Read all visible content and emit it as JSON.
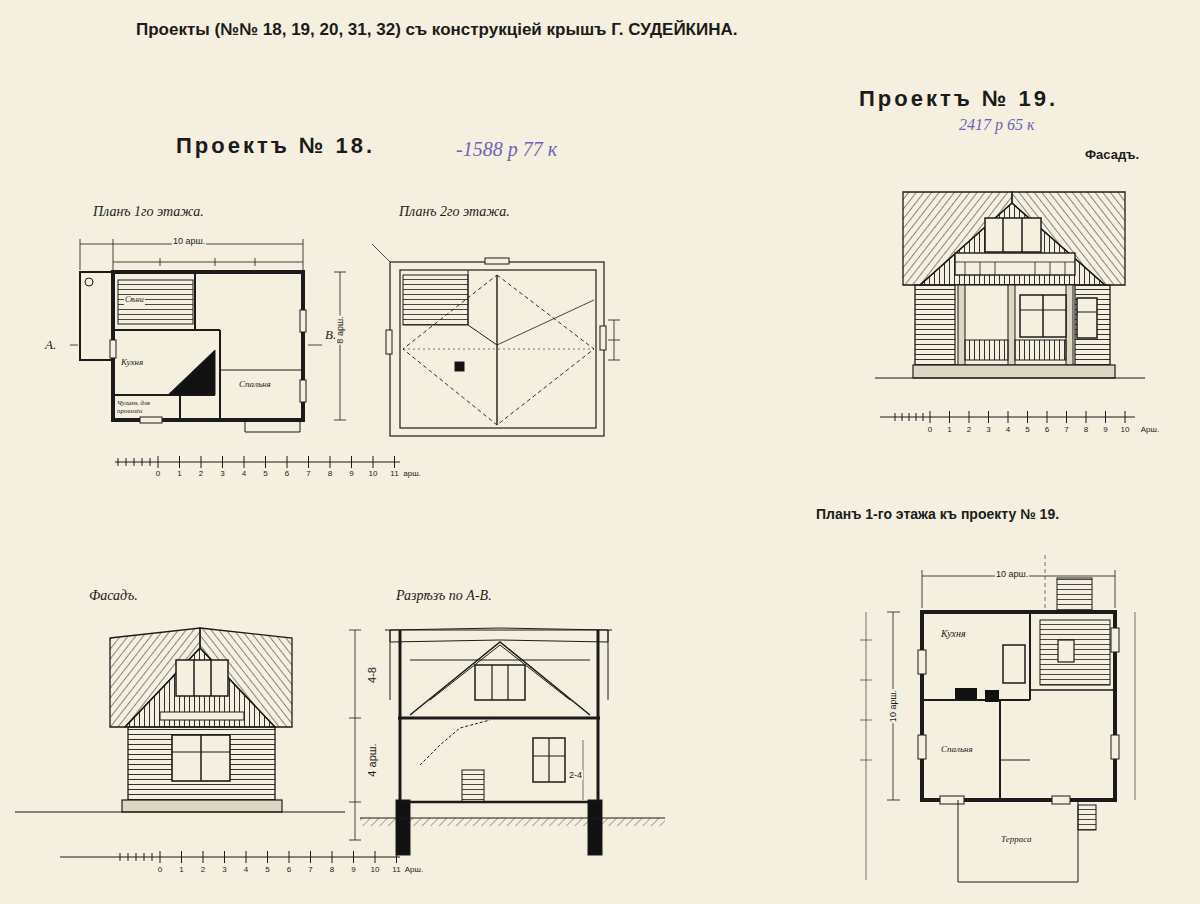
{
  "diagram": {
    "title": "Проекты (№№ 18, 19, 20, 31, 32) съ конструкціей крышъ Г. СУДЕЙКИНА.",
    "nodes": [
      {
        "text": [
          "Сѣни"
        ]
      },
      {
        "text": [
          "Кухня"
        ]
      },
      {
        "text": [
          "Спальня"
        ]
      },
      {
        "text": [
          "Чуланъ для провизіи"
        ]
      },
      {
        "text": [
          "Кухня"
        ]
      },
      {
        "text": [
          "Спальня"
        ]
      },
      {
        "text": [
          "Терраса"
        ]
      }
    ],
    "labels": [
      "Проектъ № 18.",
      "-1588 р 77 к",
      "Проектъ № 19.",
      "2417 р 65 к",
      "Фасадъ.",
      "Планъ 1го этажа.",
      "Планъ 2го этажа.",
      "10 арш.",
      "8 арш.",
      "А.",
      "В.",
      "Фасадъ.",
      "Разрѣзъ по А-В.",
      "4-8",
      "4 арш.",
      "2-4",
      "Планъ 1-го этажа къ проекту № 19.",
      "10 арш.",
      "10 арш.",
      "0",
      "1",
      "2",
      "3",
      "4",
      "5",
      "6",
      "7",
      "8",
      "9",
      "10",
      "11",
      "арш.",
      "0",
      "1",
      "2",
      "3",
      "4",
      "5",
      "6",
      "7",
      "8",
      "9",
      "10",
      "11",
      "Арш.",
      "0",
      "1",
      "2",
      "3",
      "4",
      "5",
      "6",
      "7",
      "8",
      "9",
      "10",
      "Арш."
    ]
  }
}
